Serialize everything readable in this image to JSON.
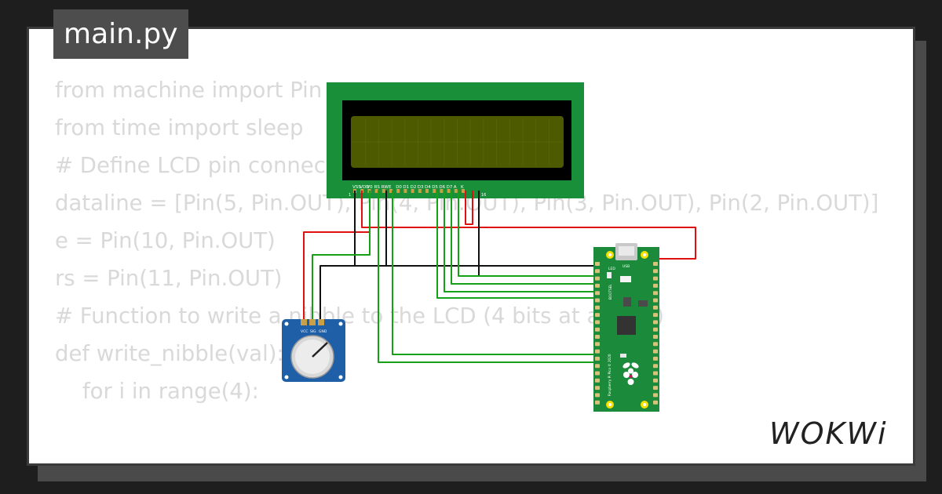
{
  "file_tab": {
    "label": "main.py"
  },
  "code_lines": [
    "from machine import Pin",
    "from time import sleep",
    "",
    "# Define LCD pin connections for 4-bit mode",
    "dataline = [Pin(5, Pin.OUT), Pin(4, Pin.OUT), Pin(3, Pin.OUT), Pin(2, Pin.OUT)]",
    "e = Pin(10, Pin.OUT)",
    "rs = Pin(11, Pin.OUT)",
    "",
    "# Function to write a nibble to the LCD (4 bits at a time)",
    "def write_nibble(val):",
    "    for i in range(4):"
  ],
  "lcd": {
    "pin_labels": [
      "VSS",
      "VDD",
      "V0",
      "RS",
      "RW",
      "E",
      "D0",
      "D1",
      "D2",
      "D3",
      "D4",
      "D5",
      "D6",
      "D7",
      "A",
      "K"
    ],
    "pin_first": "1",
    "pin_last": "16",
    "screen_color": "#4d5a00",
    "board_color": "#188f38"
  },
  "potentiometer": {
    "pin_labels": [
      "VCC",
      "SIG",
      "GND"
    ],
    "board_color": "#1f5fa8"
  },
  "pico": {
    "board_label": "Raspberry Pi Pico © 2020",
    "led_label": "LED",
    "usb_label": "USB",
    "bootsel_label": "BOOTSEL",
    "board_color": "#1b8a3a"
  },
  "wire_colors": {
    "red": "#e01010",
    "black": "#111111",
    "green": "#16a016"
  },
  "brand": {
    "logo_text": "WOKWi"
  }
}
